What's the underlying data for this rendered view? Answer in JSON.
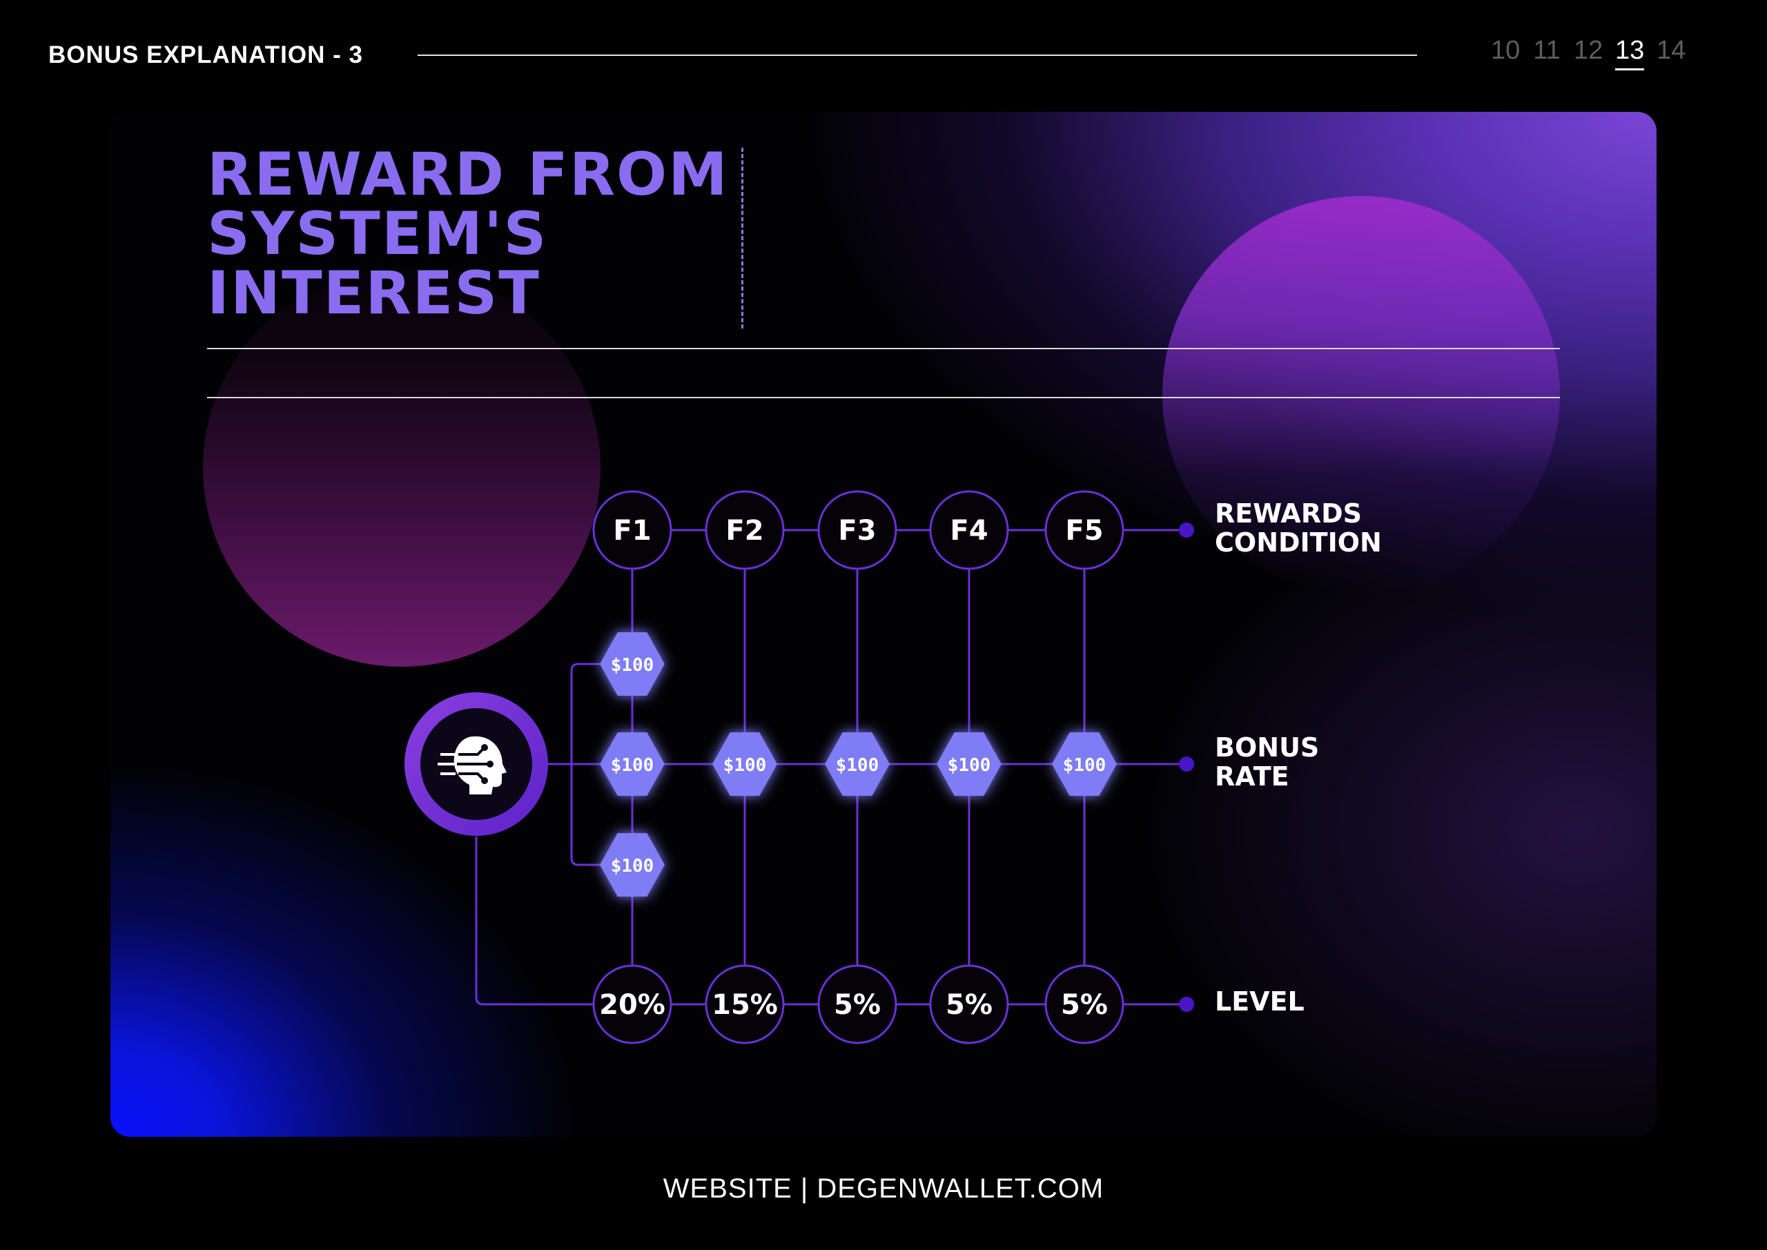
{
  "header": {
    "title": "BONUS EXPLANATION - 3",
    "pages": [
      "10",
      "11",
      "12",
      "13",
      "14"
    ],
    "active_page": "13"
  },
  "main": {
    "title_lines": [
      "REWARD FROM",
      "SYSTEM'S",
      "INTEREST"
    ],
    "row_labels": {
      "rewards_condition": [
        "REWARDS",
        "CONDITION"
      ],
      "bonus_rate": [
        "BONUS",
        "RATE"
      ],
      "level": [
        "LEVEL"
      ]
    },
    "columns": [
      {
        "generation": "F1",
        "bonus": "$100",
        "level": "20%"
      },
      {
        "generation": "F2",
        "bonus": "$100",
        "level": "15%"
      },
      {
        "generation": "F3",
        "bonus": "$100",
        "level": "5%"
      },
      {
        "generation": "F4",
        "bonus": "$100",
        "level": "5%"
      },
      {
        "generation": "F5",
        "bonus": "$100",
        "level": "5%"
      }
    ],
    "f1_extra_bonuses": [
      "$100",
      "$100"
    ],
    "center_icon": "ai-head-icon"
  },
  "colors": {
    "accent": "#8a6cf0",
    "line": "#6a2fd8",
    "hex_fill": "#7f7cf5",
    "dot": "#4a14c8"
  },
  "footer": {
    "text": "WEBSITE | DEGENWALLET.COM"
  }
}
